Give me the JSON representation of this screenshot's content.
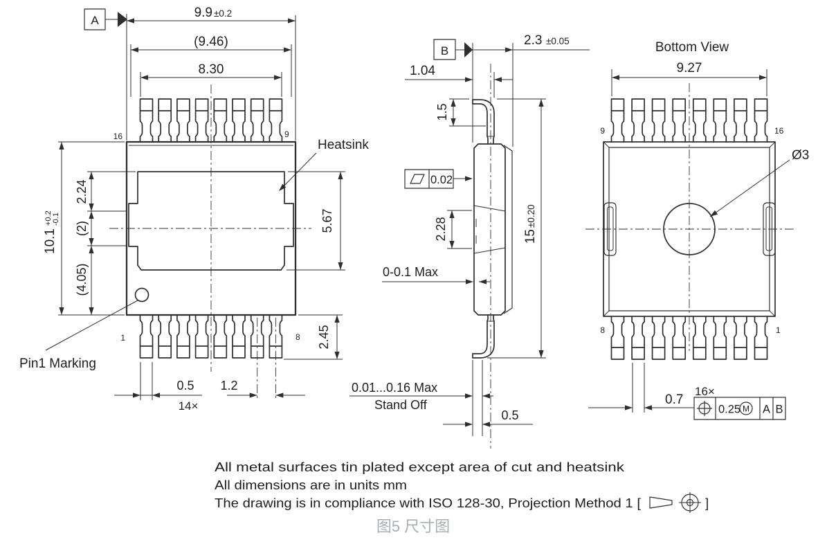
{
  "colors": {
    "line": "#2e2e2e",
    "text": "#1d1d1d",
    "caption": "#a9adb6",
    "background": "#ffffff"
  },
  "top_view": {
    "datum": "A",
    "dim_width": "9.9",
    "dim_width_tol": "±0.2",
    "dim_lead_span": "(9.46)",
    "dim_lead_outer": "8.30",
    "dim_height": "10.1",
    "dim_height_tol_plus": "+0.2",
    "dim_height_tol_minus": "-0.1",
    "dim_heatsink_top": "2.24",
    "dim_heatsink_mid": "(2)",
    "dim_heatsink_bottom": "(4.05)",
    "dim_heatsink_height": "5.67",
    "dim_lead_length": "2.45",
    "dim_lead_width": "0.5",
    "lead_width_count": "14×",
    "dim_lead_pitch": "1.2",
    "label_heatsink": "Heatsink",
    "label_pin1": "Pin1 Marking",
    "pin_top_left": "16",
    "pin_top_right": "9",
    "pin_bottom_left": "1",
    "pin_bottom_right": "8"
  },
  "side_view": {
    "datum": "B",
    "dim_body_width": "2.3",
    "dim_body_width_tol": "±0.05",
    "dim_lead_offset": "1.04",
    "dim_foot_height": "1.5",
    "flatness_tol": "0.02",
    "dim_cut_height": "2.28",
    "dim_overall": "15",
    "dim_overall_tol": "±0.20",
    "dim_protrusion": "0-0.1 Max",
    "standoff_value": "0.01...0.16 Max",
    "standoff_label": "Stand Off",
    "dim_lead_tip": "0.5"
  },
  "bottom_view": {
    "title": "Bottom View",
    "dim_width": "9.27",
    "dim_hole": "Ø3",
    "dim_lead_width": "0.7",
    "tol_count": "16×",
    "tol_value": "0.25",
    "tol_modifier": "M",
    "tol_datum_a": "A",
    "tol_datum_b": "B",
    "pin_top_left": "9",
    "pin_top_right": "16",
    "pin_bottom_left": "8",
    "pin_bottom_right": "1"
  },
  "notes": {
    "line1": "All metal surfaces tin plated except area of cut and heatsink",
    "line2": "All dimensions are in units mm",
    "line3_prefix": "The drawing is in compliance with ISO 128-30, Projection Method 1 [",
    "line3_suffix": "]"
  },
  "caption": "图5 尺寸图"
}
